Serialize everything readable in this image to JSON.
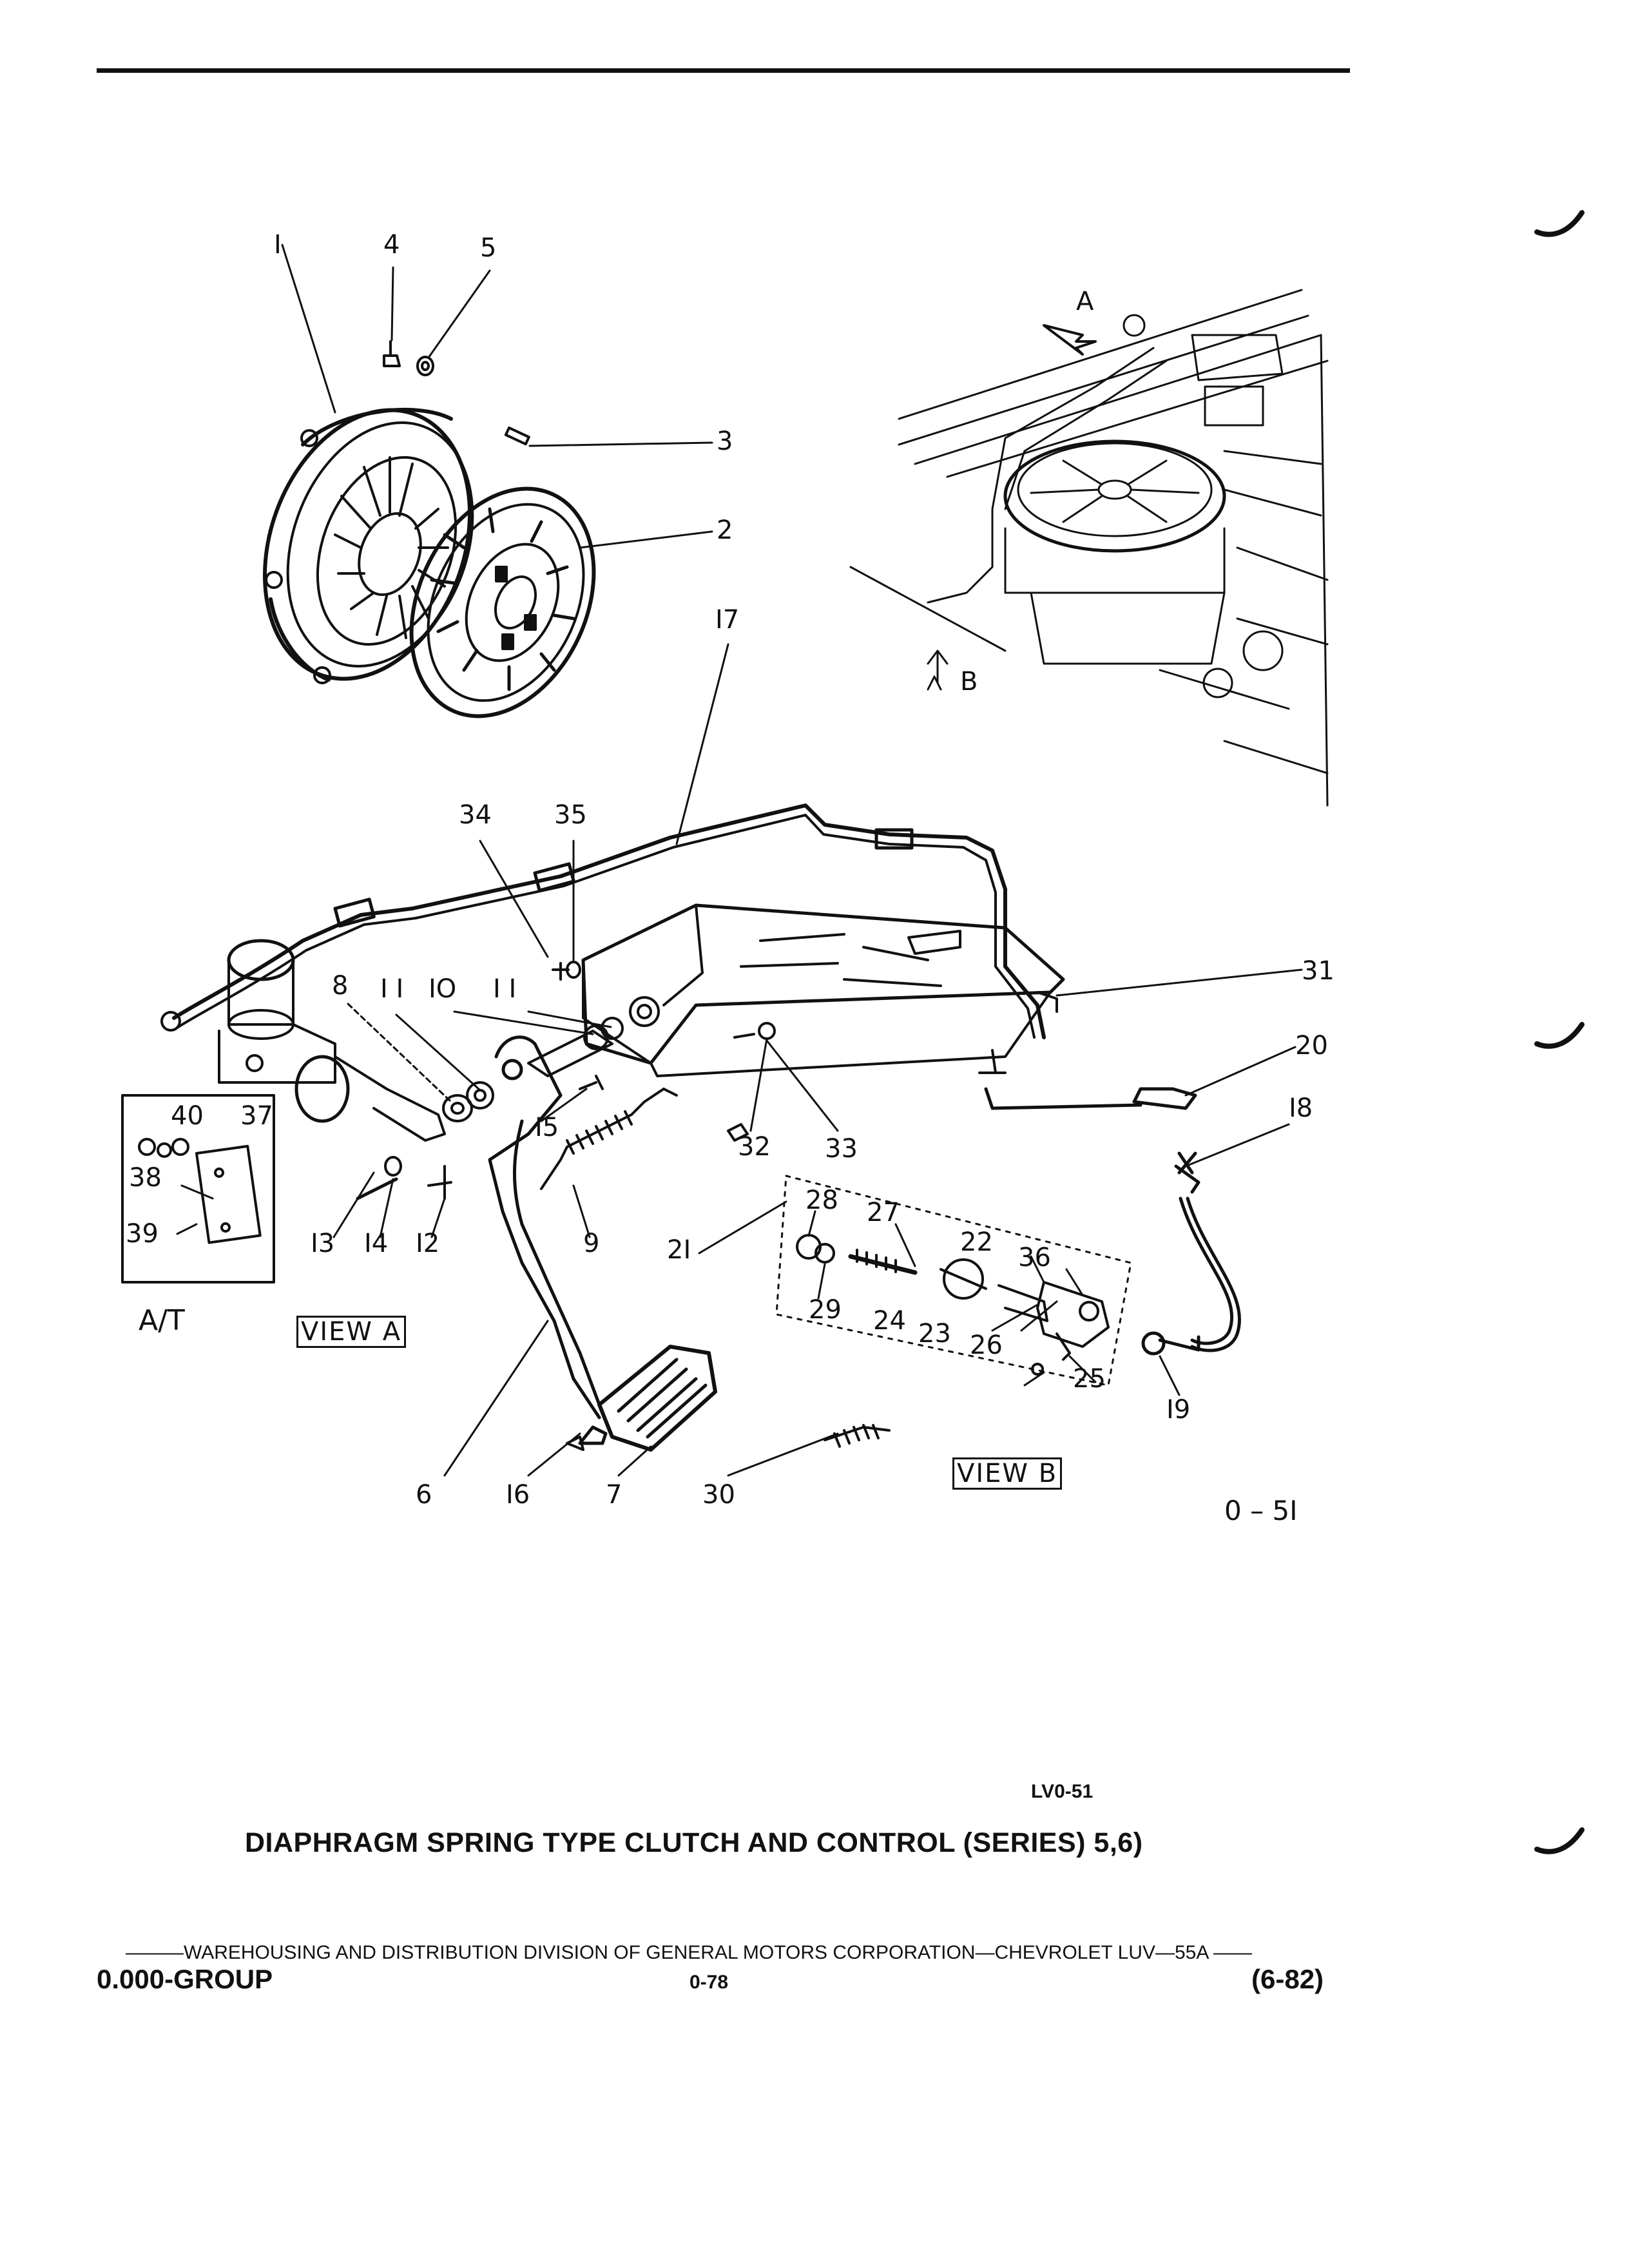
{
  "callouts": [
    {
      "id": "1",
      "text": "I"
    },
    {
      "id": "4",
      "text": "4"
    },
    {
      "id": "5",
      "text": "5"
    },
    {
      "id": "3",
      "text": "3"
    },
    {
      "id": "2",
      "text": "2"
    },
    {
      "id": "17",
      "text": "I7"
    },
    {
      "id": "34",
      "text": "34"
    },
    {
      "id": "35",
      "text": "35"
    },
    {
      "id": "31",
      "text": "31"
    },
    {
      "id": "20",
      "text": "20"
    },
    {
      "id": "18",
      "text": "I8"
    },
    {
      "id": "8",
      "text": "8"
    },
    {
      "id": "11a",
      "text": "I I"
    },
    {
      "id": "10",
      "text": "IO"
    },
    {
      "id": "11b",
      "text": "I I"
    },
    {
      "id": "40",
      "text": "40"
    },
    {
      "id": "37",
      "text": "37"
    },
    {
      "id": "38",
      "text": "38"
    },
    {
      "id": "39",
      "text": "39"
    },
    {
      "id": "15",
      "text": "I5"
    },
    {
      "id": "32",
      "text": "32"
    },
    {
      "id": "33",
      "text": "33"
    },
    {
      "id": "13",
      "text": "I3"
    },
    {
      "id": "14",
      "text": "I4"
    },
    {
      "id": "12",
      "text": "I2"
    },
    {
      "id": "9",
      "text": "9"
    },
    {
      "id": "21",
      "text": "2I"
    },
    {
      "id": "28",
      "text": "28"
    },
    {
      "id": "27",
      "text": "27"
    },
    {
      "id": "22",
      "text": "22"
    },
    {
      "id": "36",
      "text": "36"
    },
    {
      "id": "29",
      "text": "29"
    },
    {
      "id": "24",
      "text": "24"
    },
    {
      "id": "23",
      "text": "23"
    },
    {
      "id": "26",
      "text": "26"
    },
    {
      "id": "25",
      "text": "25"
    },
    {
      "id": "19",
      "text": "I9"
    },
    {
      "id": "6",
      "text": "6"
    },
    {
      "id": "16",
      "text": "I6"
    },
    {
      "id": "7",
      "text": "7"
    },
    {
      "id": "30",
      "text": "30"
    },
    {
      "id": "A",
      "text": "A"
    },
    {
      "id": "B",
      "text": "B"
    }
  ],
  "labels": {
    "at": "A/T",
    "view_a": "VIEW A",
    "view_b": "VIEW B",
    "figure_number": "0 – 5I",
    "drawing_code": "LV0-51"
  },
  "title": "DIAPHRAGM SPRING TYPE CLUTCH AND CONTROL (SERIES) 5,6)",
  "footer": {
    "line": "———WAREHOUSING AND DISTRIBUTION  DIVISION OF GENERAL MOTORS CORPORATION—CHEVROLET LUV—55A   ——",
    "group": "0.000-GROUP",
    "page": "0-78",
    "date": "(6-82)"
  }
}
